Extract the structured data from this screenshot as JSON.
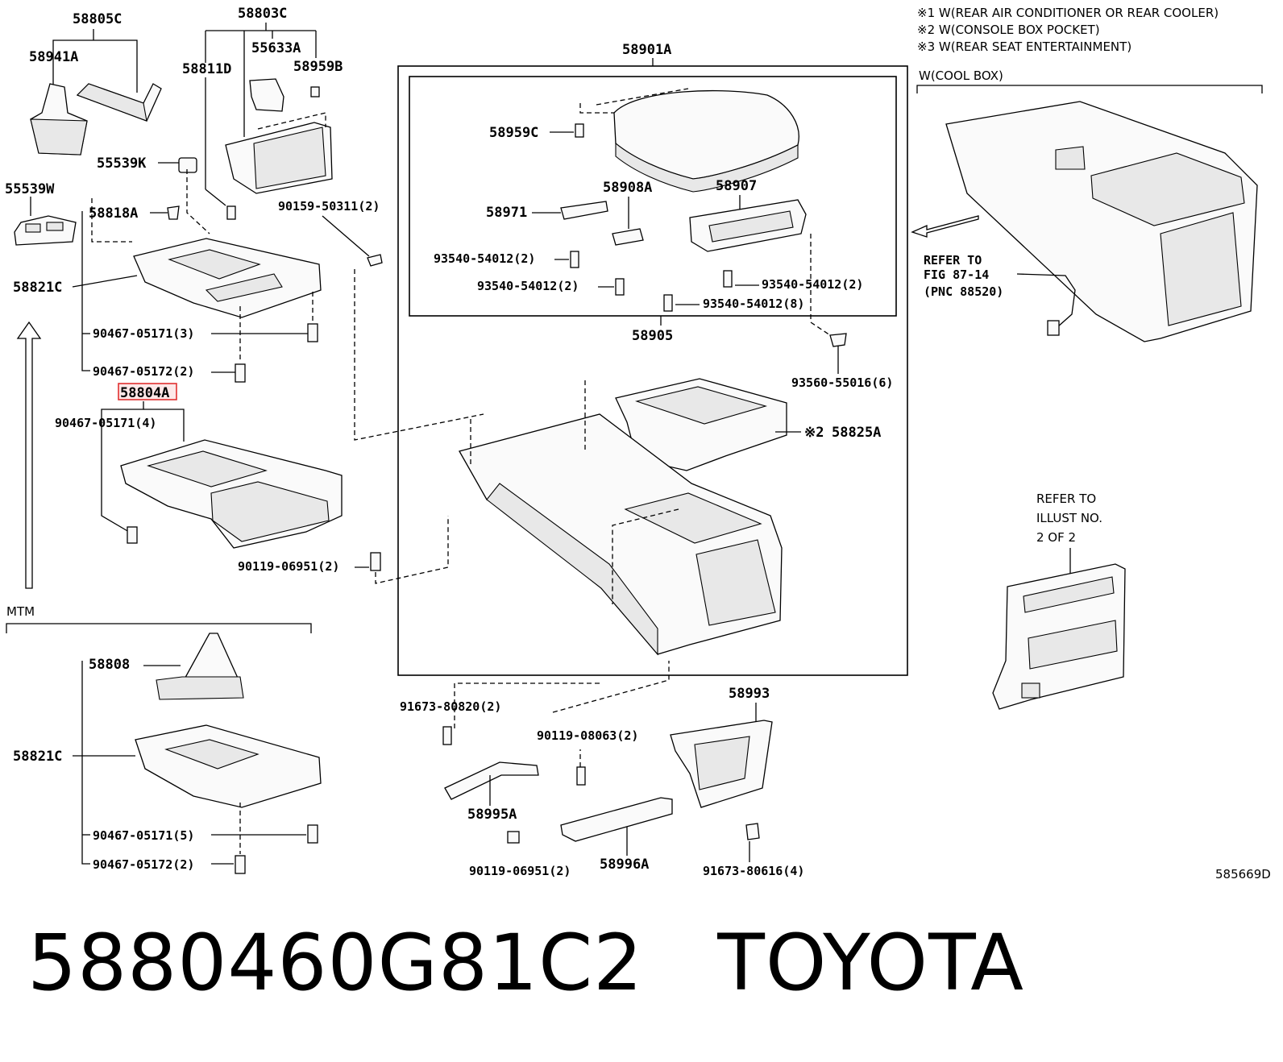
{
  "notes": {
    "n1": "※1 W(REAR AIR CONDITIONER OR REAR COOLER)",
    "n2": "※2 W(CONSOLE BOX POCKET)",
    "n3": "※3 W(REAR SEAT ENTERTAINMENT)"
  },
  "cool_box": {
    "title": "W(COOL BOX)",
    "refer_1": "REFER TO",
    "refer_2": "FIG 87-14",
    "refer_3": "(PNC 88520)"
  },
  "refer_illust": {
    "line1": "REFER TO",
    "line2": "ILLUST NO.",
    "line3": "2 OF 2"
  },
  "mtm_label": "MTM",
  "highlighted_part": "58804A",
  "parts": {
    "p58805C": "58805C",
    "p58941A": "58941A",
    "p58803C": "58803C",
    "p55633A": "55633A",
    "p58811D": "58811D",
    "p58959B": "58959B",
    "p55539K": "55539K",
    "p55539W": "55539W",
    "p58818A": "58818A",
    "p58821C_a": "58821C",
    "p90467_05171_3": "90467-05171(3)",
    "p90467_05172_2a": "90467-05172(2)",
    "p58804A": "58804A",
    "p90467_05171_4": "90467-05171(4)",
    "p90119_06951_2a": "90119-06951(2)",
    "p90159_50311_2": "90159-50311(2)",
    "p58901A": "58901A",
    "p58959C": "58959C",
    "p58908A": "58908A",
    "p58971": "58971",
    "p58907": "58907",
    "p93540_54012_2a": "93540-54012(2)",
    "p93540_54012_2b": "93540-54012(2)",
    "p93540_54012_2c": "93540-54012(2)",
    "p93540_54012_8": "93540-54012(8)",
    "p58905": "58905",
    "p93560_55016_6": "93560-55016(6)",
    "p58825A": "58825A",
    "p58825A_mark": "※2",
    "p58808": "58808",
    "p58821C_b": "58821C",
    "p90467_05171_5": "90467-05171(5)",
    "p90467_05172_2b": "90467-05172(2)",
    "p91673_80820_2": "91673-80820(2)",
    "p58995A": "58995A",
    "p90119_08063_2": "90119-08063(2)",
    "p58993": "58993",
    "p90119_06951_2b": "90119-06951(2)",
    "p58996A": "58996A",
    "p91673_80616_4": "91673-80616(4)"
  },
  "diagram_id": "585669D",
  "footer": {
    "part_number": "5880460G81C2",
    "brand": "TOYOTA"
  },
  "colors": {
    "highlight": "#e03030",
    "highlight_fill": "#fde8e8"
  }
}
